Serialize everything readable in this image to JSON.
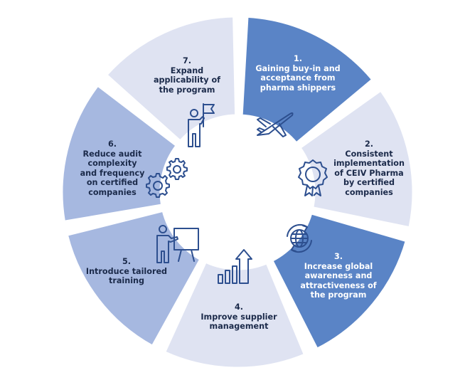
{
  "diagram": {
    "colors": {
      "dark": "#5a84c6",
      "mid": "#a6b8e0",
      "light": "#dfe3f2",
      "white_text": "#ffffff",
      "dark_text": "#1b2a4a",
      "icon_stroke": "#2d4f8f"
    },
    "segments": [
      {
        "number": "1.",
        "lines": [
          "Gaining buy-in and",
          "acceptance from",
          "pharma shippers"
        ],
        "shade": "dark",
        "icon": "airplane-icon"
      },
      {
        "number": "2.",
        "lines": [
          "Consistent",
          "implementation",
          "of CEIV Pharma",
          "by certified",
          "companies"
        ],
        "shade": "light",
        "icon": "certificate-badge-icon"
      },
      {
        "number": "3.",
        "lines": [
          "Increase global",
          "awareness and",
          "attractiveness of",
          "the program"
        ],
        "shade": "dark",
        "icon": "globe-arrows-icon"
      },
      {
        "number": "4.",
        "lines": [
          "Improve supplier",
          "management"
        ],
        "shade": "light",
        "icon": "growth-chart-icon"
      },
      {
        "number": "5.",
        "lines": [
          "Introduce tailored",
          "training"
        ],
        "shade": "mid",
        "icon": "presenter-board-icon"
      },
      {
        "number": "6.",
        "lines": [
          "Reduce audit",
          "complexity",
          "and frequency",
          "on certified",
          "companies"
        ],
        "shade": "mid",
        "icon": "gears-icon"
      },
      {
        "number": "7.",
        "lines": [
          "Expand",
          "applicability of",
          "the program"
        ],
        "shade": "light",
        "icon": "person-flag-icon"
      }
    ]
  }
}
